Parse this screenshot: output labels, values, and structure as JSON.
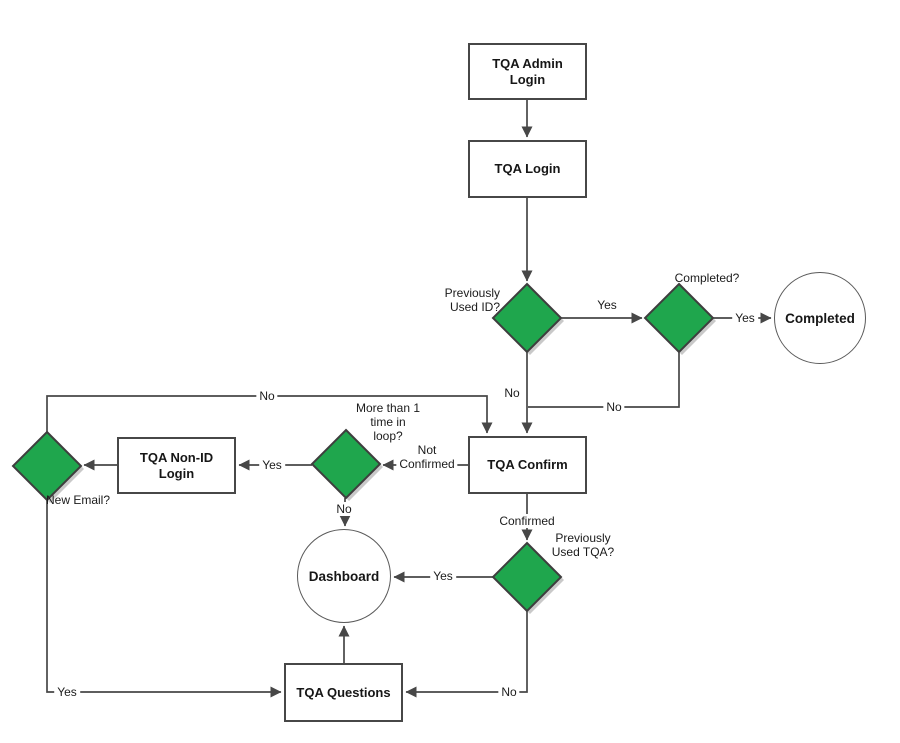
{
  "nodes": {
    "tqa_admin_login": {
      "lines": [
        "TQA Admin",
        "Login"
      ]
    },
    "tqa_login": {
      "lines": [
        "TQA Login"
      ]
    },
    "tqa_confirm": {
      "lines": [
        "TQA Confirm"
      ]
    },
    "tqa_non_id_login": {
      "lines": [
        "TQA Non-ID",
        "Login"
      ]
    },
    "tqa_questions": {
      "lines": [
        "TQA Questions"
      ]
    },
    "completed": {
      "label": "Completed"
    },
    "dashboard": {
      "label": "Dashboard"
    }
  },
  "decisions": {
    "previously_used_id": {
      "lines": [
        "Previously",
        "Used ID?"
      ]
    },
    "completed": {
      "lines": [
        "Completed?"
      ]
    },
    "more_than_1_time_in_loop": {
      "lines": [
        "More than 1",
        "time in",
        "loop?"
      ]
    },
    "previously_used_tqa": {
      "lines": [
        "Previously",
        "Used TQA?"
      ]
    },
    "new_email": {
      "lines": [
        "New Email?"
      ]
    }
  },
  "edge_labels": {
    "used_id_yes": "Yes",
    "used_id_no": "No",
    "completed_yes": "Yes",
    "completed_no": "No",
    "new_email_no": "No",
    "not_confirmed": {
      "lines": [
        "Not",
        "Confirmed"
      ]
    },
    "loop_yes": "Yes",
    "loop_no": "No",
    "confirmed": "Confirmed",
    "used_tqa_yes": "Yes",
    "used_tqa_no": "No",
    "new_email_yes": "Yes"
  },
  "colors": {
    "diamond_fill": "#1FA64D",
    "diamond_shadow": "#C9C9C9",
    "line": "#474747",
    "text": "#1B1B1B"
  }
}
